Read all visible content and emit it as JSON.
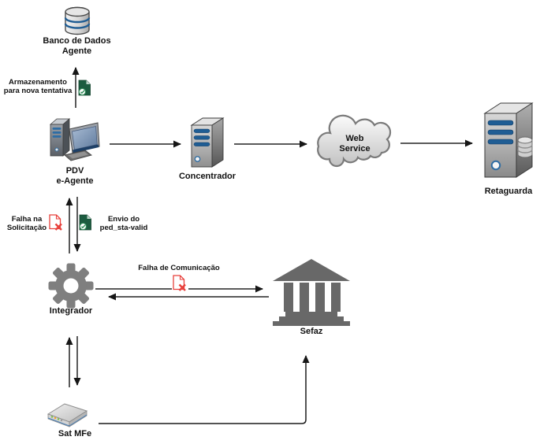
{
  "diagram": {
    "nodes": {
      "banco": {
        "line1": "Banco de Dados",
        "line2": "Agente"
      },
      "pdv": {
        "line1": "PDV",
        "line2": "e-Agente"
      },
      "concentrador": {
        "label": "Concentrador"
      },
      "webservice": {
        "line1": "Web",
        "line2": "Service"
      },
      "retaguarda": {
        "label": "Retaguarda"
      },
      "integrador": {
        "label": "Integrador"
      },
      "sefaz": {
        "label": "Sefaz"
      },
      "satmfe": {
        "label": "Sat MFe"
      }
    },
    "annotations": {
      "armazenamento": {
        "line1": "Armazenamento",
        "line2": "para nova tentativa"
      },
      "falha_solicitacao": {
        "line1": "Falha na",
        "line2": "Solicitação"
      },
      "envio_ped": {
        "line1": "Envio do",
        "line2": "ped_sta-valid"
      },
      "falha_comunicacao": {
        "label": "Falha de Comunicação"
      }
    },
    "icons": {
      "banco": "database-cylinder",
      "pdv": "desktop-computer",
      "concentrador": "server-tower",
      "webservice": "cloud",
      "retaguarda": "server-with-database",
      "integrador": "gear",
      "sefaz": "bank-building",
      "satmfe": "sat-device",
      "success": "document-check",
      "error": "document-x"
    },
    "colors": {
      "stripe_blue": "#1f5d94",
      "success_green": "#1c5c40",
      "error_red": "#e8413c",
      "arrow_gray": "#5a5a5a",
      "arrowhead_black": "#161616",
      "gear_gray": "#7f7f7f",
      "building_gray": "#686868",
      "background": "#ffffff"
    }
  }
}
